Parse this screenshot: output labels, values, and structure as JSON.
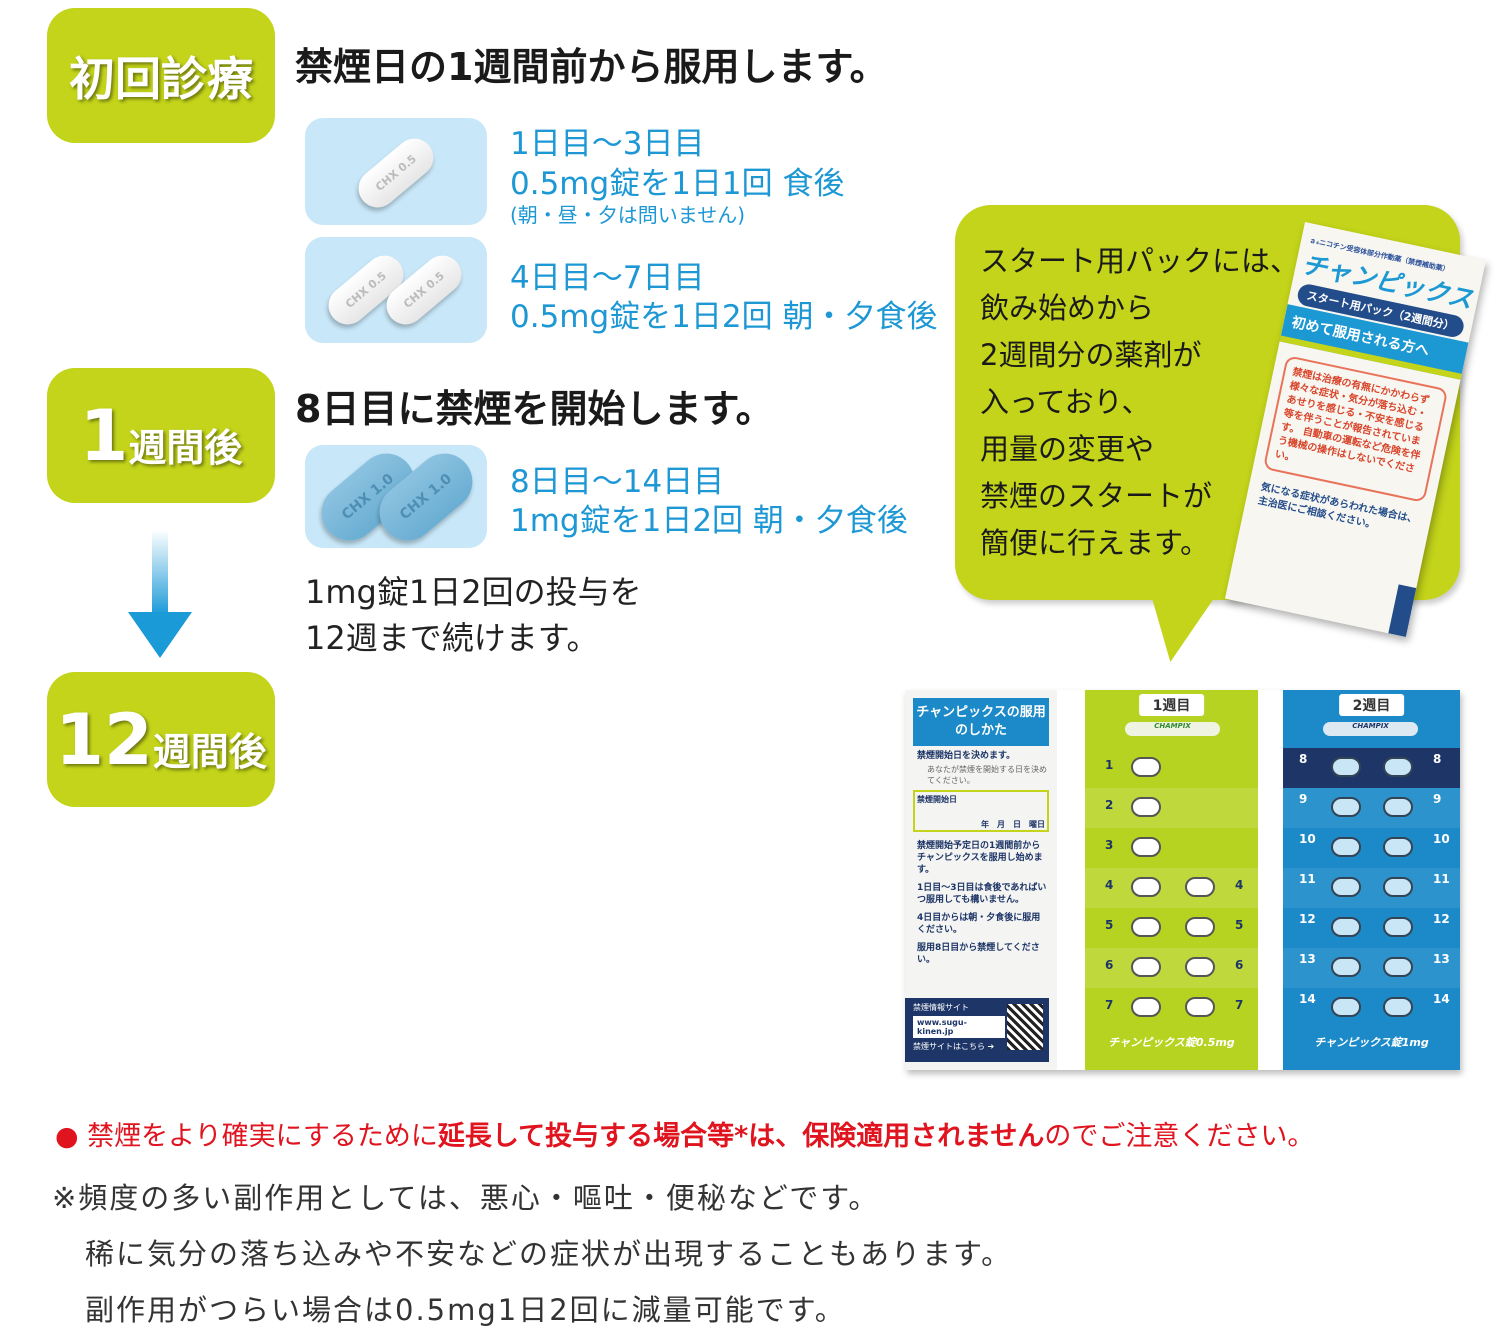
{
  "steps": [
    {
      "badge_big": "",
      "badge_small": "初回診療",
      "heading": "禁煙日の1週間前から服用します。"
    },
    {
      "badge_big": "1",
      "badge_small": "週間後",
      "heading": "8日目に禁煙を開始します。"
    },
    {
      "badge_big": "12",
      "badge_small": "週間後"
    }
  ],
  "doses": [
    {
      "period": "1日目〜3日目",
      "dose": "0.5mg錠を1日1回 食後",
      "note": "(朝・昼・夕は問いません)",
      "pill_mark": "CHX 0.5"
    },
    {
      "period": "4日目〜7日目",
      "dose": "0.5mg錠を1日2回 朝・夕食後",
      "pill_mark": "CHX 0.5"
    },
    {
      "period": "8日目〜14日目",
      "dose": "1mg錠を1日2回 朝・夕食後",
      "pill_mark": "CHX 1.0"
    }
  ],
  "continue_text": [
    "1mg錠1日2回の投与を",
    "12週まで続けます。"
  ],
  "bubble_lines": [
    "スタート用パックには、",
    "飲み始めから",
    "2週間分の薬剤が",
    "入っており、",
    "用量の変更や",
    "禁煙のスタートが",
    "簡便に行えます。"
  ],
  "package": {
    "maker": "ａ₄ニコチン受容体部分作動薬（禁煙補助薬）",
    "brand": "チャンピックス",
    "pack": "スタート用パック（2週間分）",
    "first": "初めて服用される方へ",
    "warning": "禁煙は治療の有無にかかわらず様々な症状・気分が落ち込む・あせりを感じる・不安を感じる等を伴うことが報告されています。 自動車の運転など危険を伴う機械の操作はしないでください。",
    "ask": "気になる症状があらわれた場合は、主治医にご相談ください。"
  },
  "blister": {
    "title": "チャンピックスの服用のしかた",
    "steps": [
      {
        "text": "禁煙開始日を決めます。",
        "sub": "あなたが禁煙を開始する日を決めてください。"
      },
      {
        "text": "禁煙開始予定日の1週間前からチャンピックスを服用し始めます。"
      },
      {
        "text": "1日目〜3日目は食後であればいつ服用しても構いません。"
      },
      {
        "text": "4日目からは朝・夕食後に服用ください。"
      },
      {
        "text": "服用8日目から禁煙してください。"
      }
    ],
    "date_label": "禁煙開始日",
    "date_fields": "年　月　日　曜日",
    "site_label": "禁煙情報サイト",
    "site_url": "www.sugu-kinen.jp",
    "site_link": "禁煙サイトはこちら ➔",
    "week1": "1週目",
    "week2": "2週目",
    "brand_mark": "CHAMPIX",
    "week1_foot": "チャンピックス錠0.5mg",
    "week2_foot": "チャンピックス錠1mg",
    "week1_days": [
      "1",
      "2",
      "3",
      "4",
      "5",
      "6",
      "7"
    ],
    "week2_days": [
      "8",
      "9",
      "10",
      "11",
      "12",
      "13",
      "14"
    ]
  },
  "notice": {
    "part1": "禁煙をより確実にするために",
    "part2": "延長して投与する場合等*は、保険適用されません",
    "part3": "のでご注意ください。"
  },
  "notes": [
    "※頻度の多い副作用としては、悪心・嘔吐・便秘などです。",
    "稀に気分の落ち込みや不安などの症状が出現することもあります。",
    "副作用がつらい場合は0.5mg1日2回に減量可能です。"
  ],
  "colors": {
    "green": "#c3d41a",
    "blue": "#1d98d5",
    "red": "#e0141e"
  }
}
